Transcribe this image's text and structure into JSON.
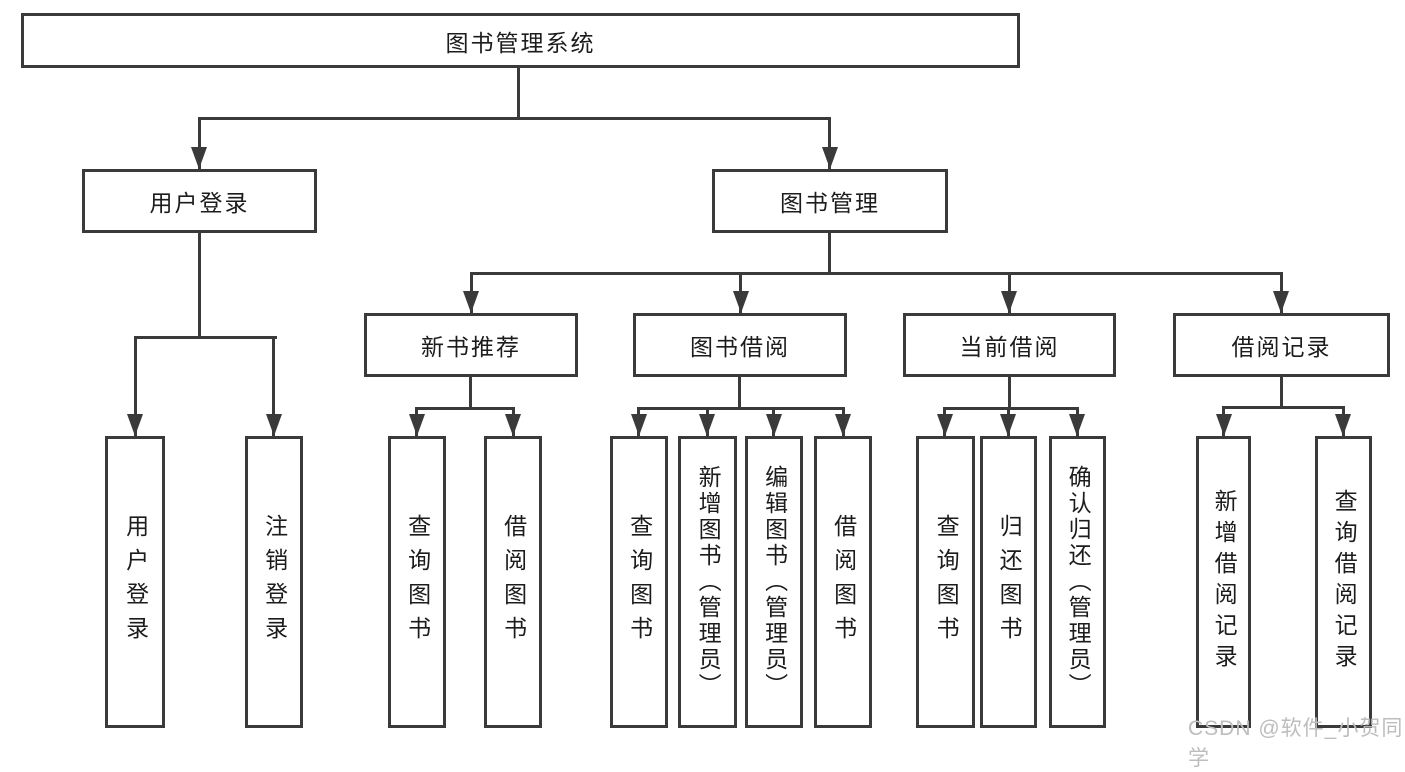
{
  "colors": {
    "line": "#3a3a3a",
    "text": "#1c1c1c",
    "background": "#ffffff",
    "watermark": "#bdbdbd"
  },
  "root": {
    "label": "图书管理系统"
  },
  "branches": {
    "user_login": {
      "label": "用户登录",
      "children": [
        {
          "label": "用户登录"
        },
        {
          "label": "注销登录"
        }
      ]
    },
    "book_mgmt": {
      "label": "图书管理",
      "children": [
        {
          "label": "新书推荐",
          "children": [
            {
              "label": "查询图书"
            },
            {
              "label": "借阅图书"
            }
          ]
        },
        {
          "label": "图书借阅",
          "children": [
            {
              "label": "查询图书"
            },
            {
              "label": "新增图书（管理员）"
            },
            {
              "label": "编辑图书（管理员）"
            },
            {
              "label": "借阅图书"
            }
          ]
        },
        {
          "label": "当前借阅",
          "children": [
            {
              "label": "查询图书"
            },
            {
              "label": "归还图书"
            },
            {
              "label": "确认归还（管理员）"
            }
          ]
        },
        {
          "label": "借阅记录",
          "children": [
            {
              "label": "新增借阅记录"
            },
            {
              "label": "查询借阅记录"
            }
          ]
        }
      ]
    }
  },
  "watermark": {
    "text": "CSDN @软件_小贺同学"
  }
}
